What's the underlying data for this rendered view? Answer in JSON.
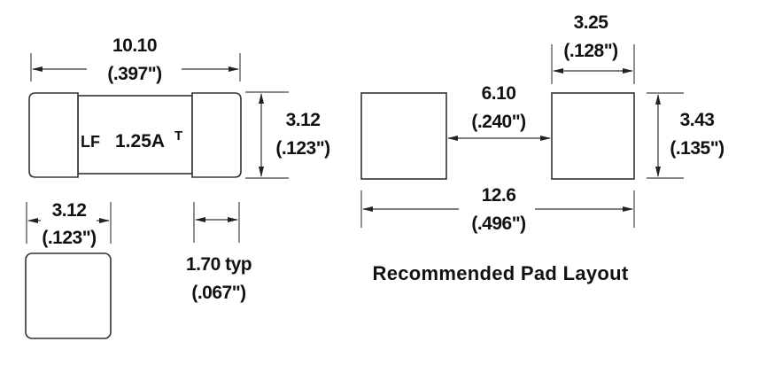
{
  "drawing": {
    "fuse_side_view": {
      "length_dim": {
        "mm": "10.10",
        "inch": "(.397\")"
      },
      "height_dim": {
        "mm": "3.12",
        "inch": "(.123\")"
      },
      "marking": {
        "logo": "LF",
        "rating": "1.25A",
        "suffix": "T"
      }
    },
    "fuse_end_view": {
      "width_dim": {
        "mm": "3.12",
        "inch": "(.123\")"
      }
    },
    "end_cap": {
      "width_dim": {
        "mm": "1.70 typ",
        "inch": "(.067\")"
      }
    },
    "pad_layout": {
      "pad_width_dim": {
        "mm": "3.25",
        "inch": "(.128\")"
      },
      "gap_dim": {
        "mm": "6.10",
        "inch": "(.240\")"
      },
      "pad_height_dim": {
        "mm": "3.43",
        "inch": "(.135\")"
      },
      "overall_dim": {
        "mm": "12.6",
        "inch": "(.496\")"
      },
      "caption": "Recommended Pad Layout"
    }
  },
  "colors": {
    "line": "#333333",
    "text": "#111111",
    "background": "#ffffff"
  }
}
